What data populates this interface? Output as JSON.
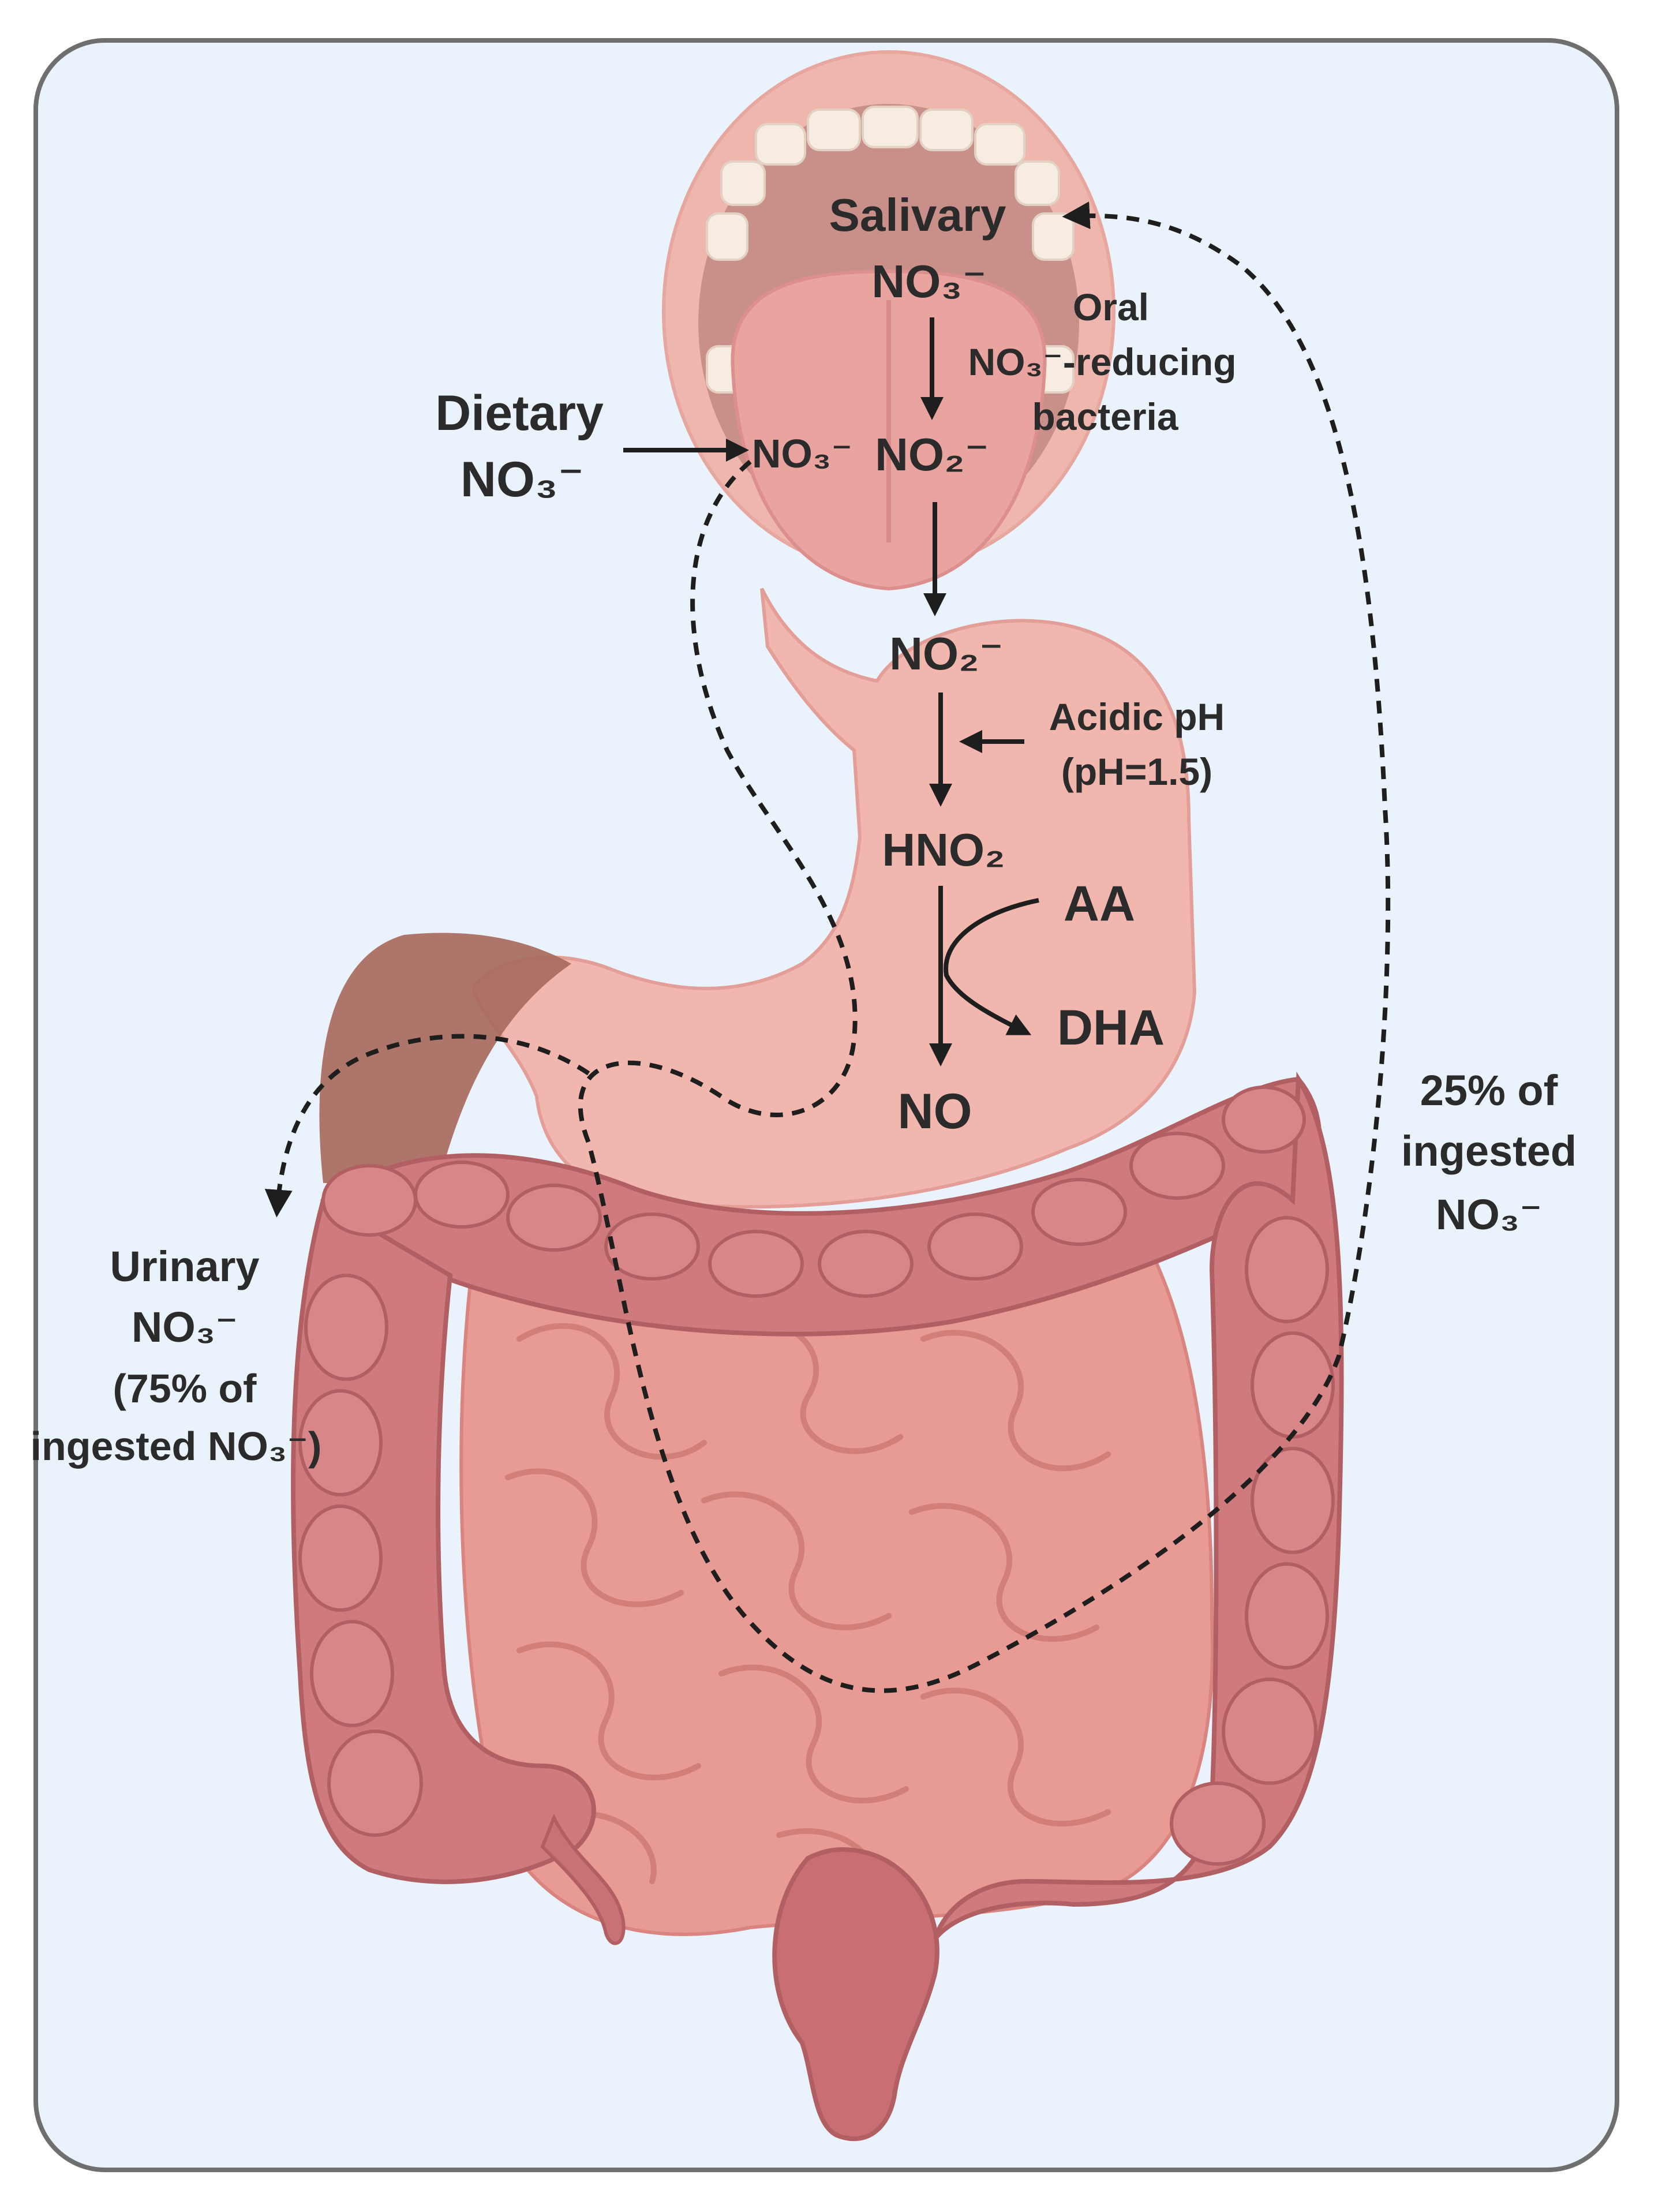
{
  "labels": {
    "salivary": "Salivary",
    "salivary_no3": "NO₃⁻",
    "oral_bacteria_1": "Oral",
    "oral_bacteria_2": "NO₃⁻-reducing",
    "oral_bacteria_3": "bacteria",
    "dietary_1": "Dietary",
    "dietary_2": "NO₃⁻",
    "mouth_no3": "NO₃⁻",
    "mouth_no2": "NO₂⁻",
    "stomach_no2": "NO₂⁻",
    "acidic_1": "Acidic pH",
    "acidic_2": "(pH=1.5)",
    "hno2": "HNO₂",
    "aa": "AA",
    "dha": "DHA",
    "no": "NO",
    "recirc_1": "25% of",
    "recirc_2": "ingested",
    "recirc_3": "NO₃⁻",
    "urinary_1": "Urinary",
    "urinary_2": "NO₃⁻",
    "urinary_3": "(75% of",
    "urinary_4": "ingested NO₃⁻)"
  },
  "colors": {
    "background": "#eaf2fc",
    "frame": "#6f6f6f",
    "text": "#2b2b2b",
    "mouth_lip": "#efb6ae",
    "mouth_inner": "#c9908a",
    "tongue": "#eaa4a0",
    "teeth": "#f6ece2",
    "stomach": "#f1b7ae",
    "stomach_edge": "#e39f97",
    "liver": "#a86a5e",
    "colon": "#cf7b7d",
    "colon_dark": "#b25f63",
    "small_intestine": "#e79b94",
    "small_intestine_fold": "#d9847f",
    "arrow": "#1e1e1e"
  }
}
